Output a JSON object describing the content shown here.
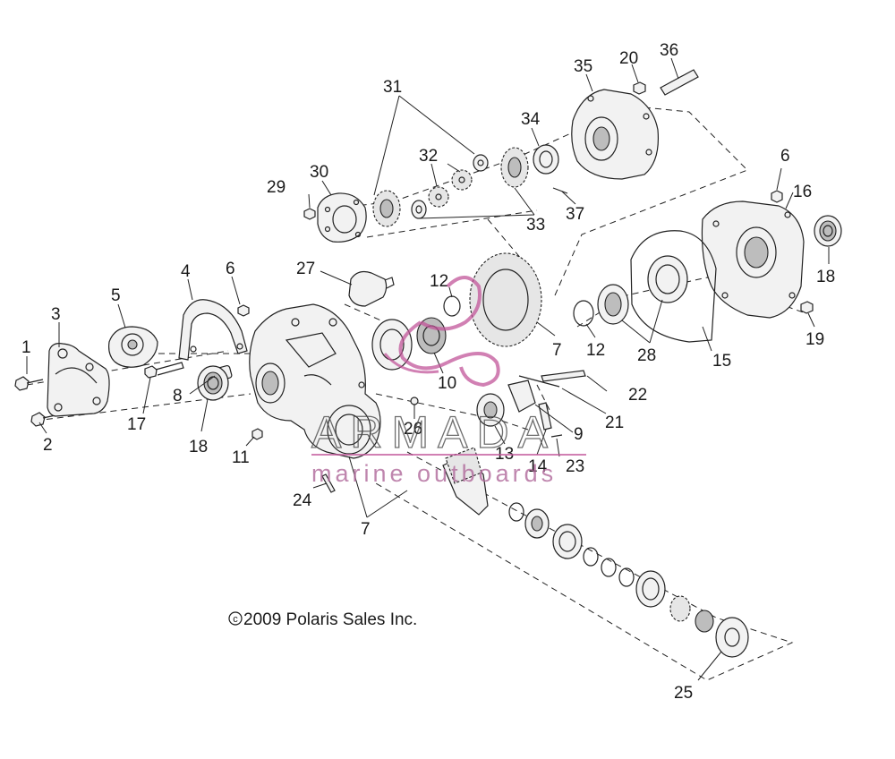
{
  "diagram": {
    "callouts": [
      {
        "id": "c1",
        "text": "1"
      },
      {
        "id": "c2",
        "text": "2"
      },
      {
        "id": "c3",
        "text": "3"
      },
      {
        "id": "c4",
        "text": "4"
      },
      {
        "id": "c5",
        "text": "5"
      },
      {
        "id": "c6a",
        "text": "6"
      },
      {
        "id": "c6b",
        "text": "6"
      },
      {
        "id": "c7a",
        "text": "7"
      },
      {
        "id": "c7b",
        "text": "7"
      },
      {
        "id": "c8",
        "text": "8"
      },
      {
        "id": "c9",
        "text": "9"
      },
      {
        "id": "c10",
        "text": "10"
      },
      {
        "id": "c11",
        "text": "11"
      },
      {
        "id": "c12a",
        "text": "12"
      },
      {
        "id": "c12b",
        "text": "12"
      },
      {
        "id": "c13",
        "text": "13"
      },
      {
        "id": "c14",
        "text": "14"
      },
      {
        "id": "c15",
        "text": "15"
      },
      {
        "id": "c16",
        "text": "16"
      },
      {
        "id": "c17",
        "text": "17"
      },
      {
        "id": "c18a",
        "text": "18"
      },
      {
        "id": "c18b",
        "text": "18"
      },
      {
        "id": "c19",
        "text": "19"
      },
      {
        "id": "c20",
        "text": "20"
      },
      {
        "id": "c21",
        "text": "21"
      },
      {
        "id": "c22",
        "text": "22"
      },
      {
        "id": "c23",
        "text": "23"
      },
      {
        "id": "c24",
        "text": "24"
      },
      {
        "id": "c25",
        "text": "25"
      },
      {
        "id": "c26",
        "text": "26"
      },
      {
        "id": "c27",
        "text": "27"
      },
      {
        "id": "c28",
        "text": "28"
      },
      {
        "id": "c29",
        "text": "29"
      },
      {
        "id": "c30",
        "text": "30"
      },
      {
        "id": "c31",
        "text": "31"
      },
      {
        "id": "c32",
        "text": "32"
      },
      {
        "id": "c33",
        "text": "33"
      },
      {
        "id": "c34",
        "text": "34"
      },
      {
        "id": "c35",
        "text": "35"
      },
      {
        "id": "c36",
        "text": "36"
      },
      {
        "id": "c37",
        "text": "37"
      }
    ],
    "copyright": "2009 Polaris Sales Inc.",
    "copyright_symbol": "c"
  },
  "watermark": {
    "brand": "ARMADA",
    "tagline": "marine outboards",
    "accent_color": "#c2569a"
  }
}
